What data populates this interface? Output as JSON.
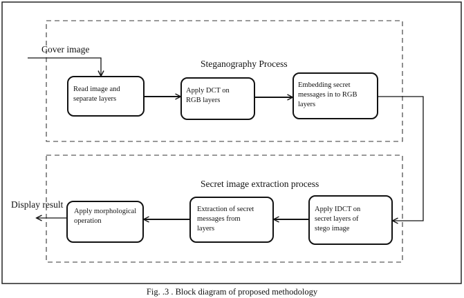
{
  "diagram": {
    "process_1_title": "Steganography Process",
    "process_2_title": "Secret image extraction process",
    "input_label": "Cover image",
    "output_label": "Display result",
    "boxes": [
      {
        "lines": [
          "Read image and",
          "separate layers"
        ]
      },
      {
        "lines": [
          "Apply DCT on",
          "RGB layers"
        ]
      },
      {
        "lines": [
          "Embedding secret",
          "messages in to RGB",
          "layers"
        ]
      },
      {
        "lines": [
          "Apply IDCT on",
          "secret layers of",
          "stego image"
        ]
      },
      {
        "lines": [
          "Extraction of secret",
          "messages from",
          "layers"
        ]
      },
      {
        "lines": [
          "Apply morphological",
          "operation"
        ]
      }
    ]
  },
  "caption": "Fig. .3 . Block diagram of proposed methodology"
}
